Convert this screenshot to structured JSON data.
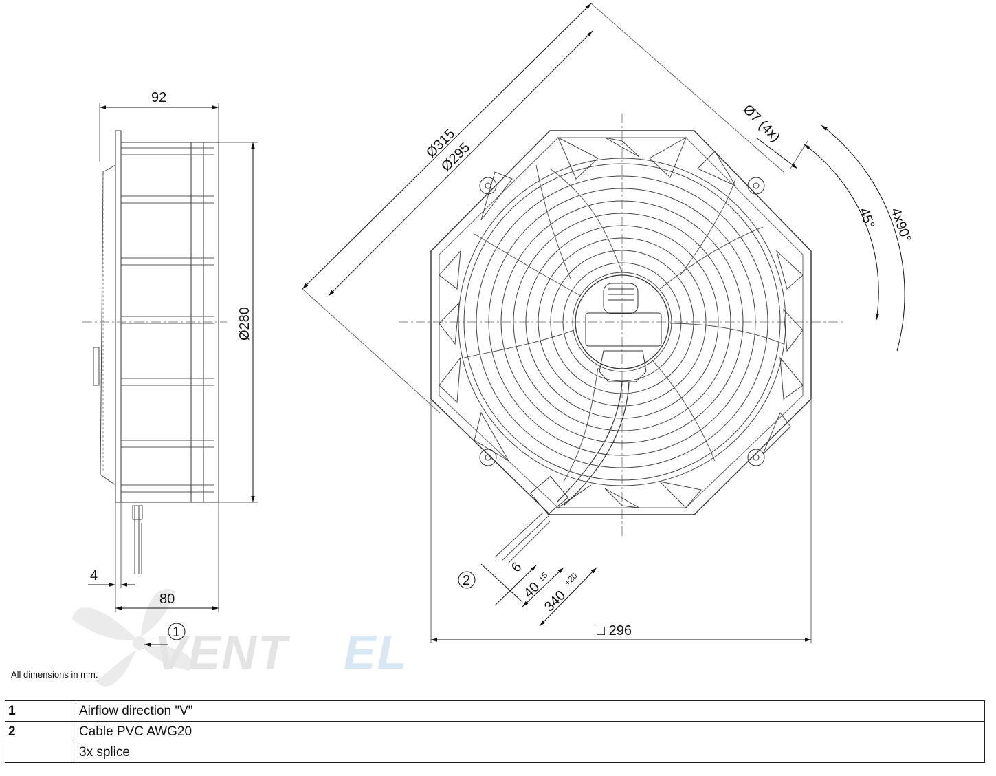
{
  "dimensions": {
    "side_depth": "92",
    "side_diameter": "Ø280",
    "side_flange": "4",
    "side_body": "80",
    "outer_diameter": "Ø315",
    "blade_diameter": "Ø295",
    "hole": "Ø7 (4x)",
    "angle_offset": "45°",
    "angle_pitch": "4x90°",
    "square": "□ 296",
    "cable_strip": "6",
    "cable_split": "40",
    "cable_split_tol": "±5",
    "cable_length": "340",
    "cable_length_tol": "+20"
  },
  "callouts": {
    "airflow": "1",
    "cable": "2"
  },
  "watermark": {
    "brand_dark": "VENT",
    "brand_light": "EL",
    "brand_color": "#8fbfe0"
  },
  "note": "All dimensions in mm.",
  "legend": [
    {
      "num": "1",
      "text": "Airflow direction \"V\""
    },
    {
      "num": "2",
      "text": "Cable PVC AWG20"
    },
    {
      "num": "",
      "text": "3x splice"
    }
  ]
}
